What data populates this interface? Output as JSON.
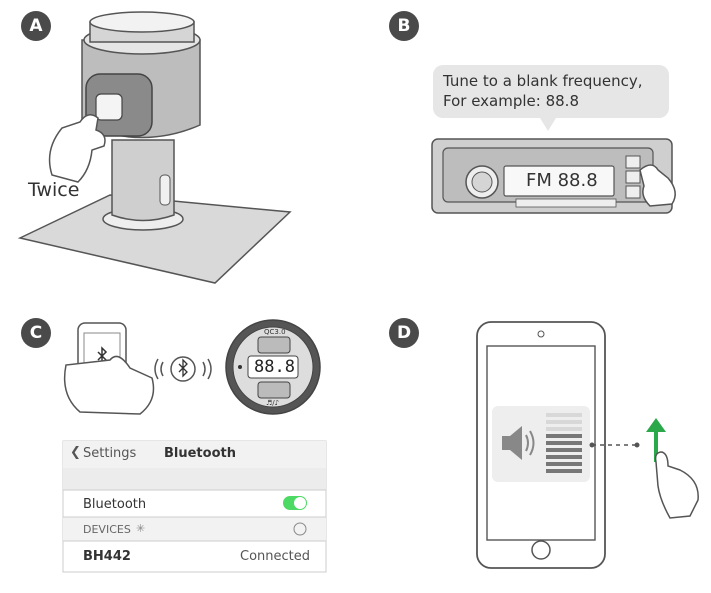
{
  "panels": {
    "a": {
      "badge": "A",
      "caption": "Twice"
    },
    "b": {
      "badge": "B",
      "bubble_line1": "Tune to a blank frequency,",
      "bubble_line2": "For example: 88.8",
      "radio_display": "FM 88.8"
    },
    "c": {
      "badge": "C",
      "charger_display": "88.8",
      "charger_label_top": "QC3.0",
      "charger_label_bottom": "♬/♪",
      "settings": {
        "back_label": "Settings",
        "title": "Bluetooth",
        "bluetooth_label": "Bluetooth",
        "devices_label": "DEVICES",
        "device_name": "BH442",
        "device_status": "Connected",
        "toggle_on": true
      }
    },
    "d": {
      "badge": "D"
    }
  },
  "colors": {
    "badge": "#4a4a4a",
    "outline": "#555555",
    "toggle": "#4cd964",
    "arrow": "#2aa84a"
  }
}
